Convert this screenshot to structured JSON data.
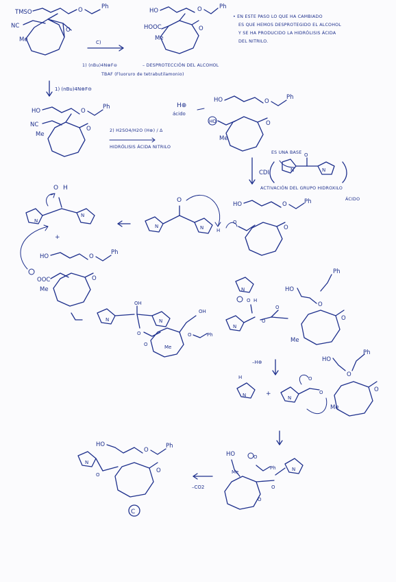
{
  "labels": {
    "tmso": "TMSO",
    "ph": "Ph",
    "nc": "NC",
    "me": "Me",
    "ho": "HO",
    "hooc": "HOOC",
    "ooc": "OOC",
    "o": "O",
    "h": "H",
    "n": "N",
    "oh": "OH",
    "plus": "+",
    "acid_h": "H⊕",
    "acid_word": "ácido",
    "c_label": "C"
  },
  "notes": {
    "step1_reagent": "1) (nBu)4N⊕F⊖",
    "step1_left": "1) (nBu)4N⊕F⊖",
    "step1_desc_1": "– DESPROTECCIÓN DEL ALCOHOL",
    "step1_desc_2": "TBAF (Fluoruro de tetrabutilamonio)",
    "step2_reagent": "2) H2SO4/H2O (H⊕) / Δ",
    "step2_desc": "HIDRÓLISIS ÁCIDA NITRILO",
    "top_note_1": "• EN ESTE PASO LO QUE HA CAMBIADO",
    "top_note_2": "ES QUE HEMOS DESPROTEGIDO EL ALCOHOL",
    "top_note_3": "Y SE HA PRODUCIDO LA HIDRÓLISIS ÁCIDA",
    "top_note_4": "DEL NITRILO.",
    "cdi_reagent": "CDI",
    "base_note": "ES UNA BASE",
    "activation_1": "ACTIVACIÓN DEL GRUPO HIDROXILO",
    "activation_2": "ÁCIDO",
    "step_c_label": "C)",
    "minus_h": "–H⊕",
    "minus_co2": "–CO2"
  }
}
